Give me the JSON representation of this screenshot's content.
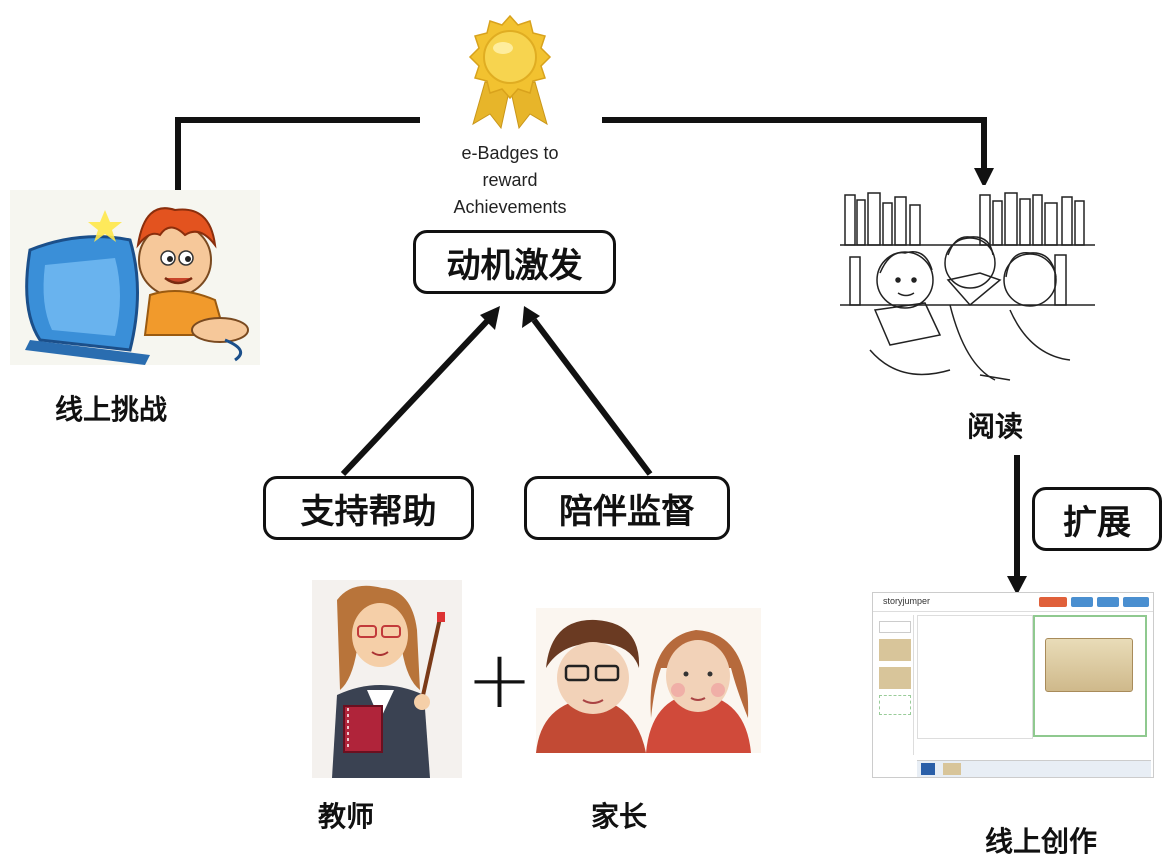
{
  "badge": {
    "caption_line1": "e-Badges to",
    "caption_line2": "reward",
    "caption_line3": "Achievements",
    "color": "#f2c230"
  },
  "boxes": {
    "motivation": "动机激发",
    "support": "支持帮助",
    "supervision": "陪伴监督",
    "extension": "扩展"
  },
  "labels": {
    "online_challenge": "线上挑战",
    "reading": "阅读",
    "teacher": "教师",
    "parents": "家长",
    "online_creation": "线上创作",
    "plus": "+"
  },
  "storyjumper": {
    "logo": "storyjumper"
  }
}
